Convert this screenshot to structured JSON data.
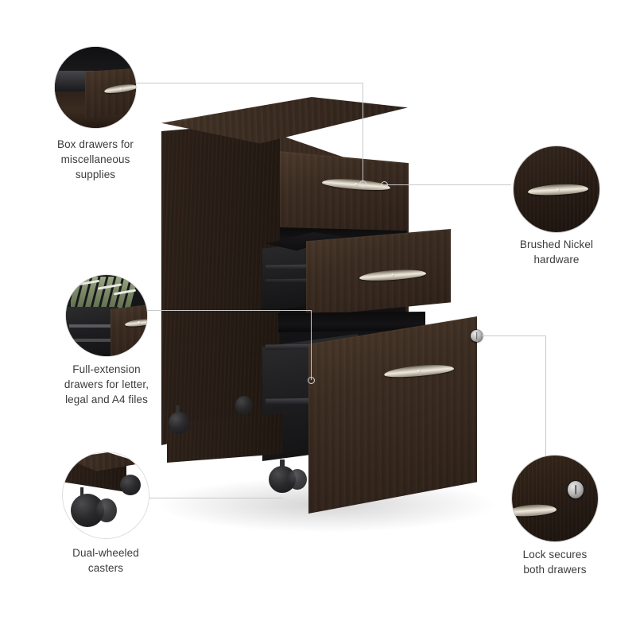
{
  "product": {
    "name": "mobile-file-cabinet",
    "finish_color": "#2e2119",
    "hardware_color": "#d9d3c6",
    "accent_line_color": "#c9c9c9",
    "caption_text_color": "#3b3b3b",
    "drawers": [
      {
        "id": "top-box-drawer",
        "state": "closed"
      },
      {
        "id": "middle-box-drawer",
        "state": "open"
      },
      {
        "id": "bottom-file-drawer",
        "state": "open"
      }
    ]
  },
  "callouts": [
    {
      "id": "box-drawers",
      "position": "top-left",
      "caption": "Box drawers for miscellaneous supplies",
      "caption_lines": [
        "Box drawers for",
        "miscellaneous",
        "supplies"
      ],
      "detail": "box-drawer-closeup"
    },
    {
      "id": "brushed-nickel",
      "position": "right-upper",
      "caption": "Brushed Nickel hardware",
      "caption_lines": [
        "Brushed Nickel",
        "hardware"
      ],
      "detail": "handle-closeup"
    },
    {
      "id": "full-extension",
      "position": "left-middle",
      "caption": "Full-extension drawers for letter, legal and A4 files",
      "caption_lines": [
        "Full-extension",
        "drawers for letter,",
        "legal and A4 files"
      ],
      "detail": "file-drawer-closeup"
    },
    {
      "id": "casters",
      "position": "bottom-left",
      "caption": "Dual-wheeled casters",
      "caption_lines": [
        "Dual-wheeled",
        "casters"
      ],
      "detail": "caster-closeup"
    },
    {
      "id": "lock",
      "position": "bottom-right",
      "caption": "Lock secures both drawers",
      "caption_lines": [
        "Lock secures",
        "both drawers"
      ],
      "detail": "lock-closeup"
    }
  ]
}
